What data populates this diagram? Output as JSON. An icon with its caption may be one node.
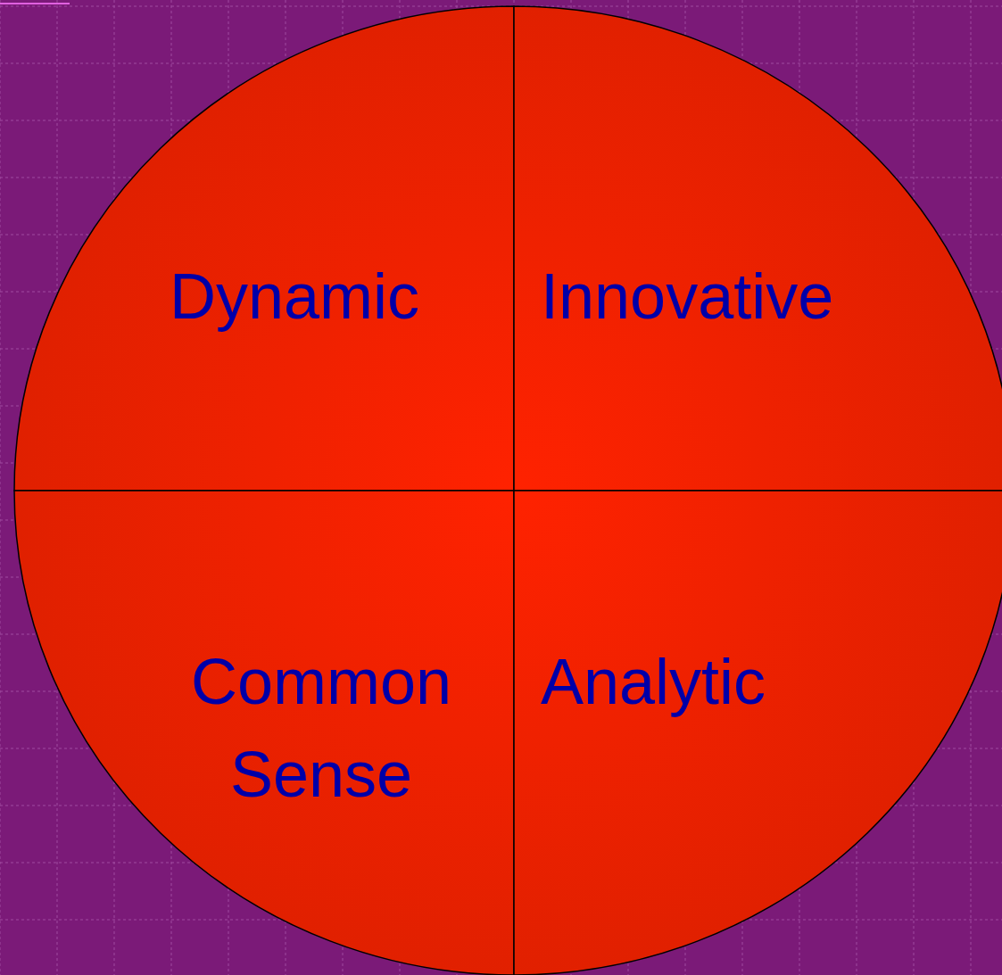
{
  "diagram": {
    "nodes": [
      {
        "text": [
          "Dynamic"
        ]
      },
      {
        "text": [
          "Innovative"
        ]
      },
      {
        "text": [
          "Common Sense"
        ]
      },
      {
        "text": [
          "Analytic"
        ]
      }
    ]
  }
}
